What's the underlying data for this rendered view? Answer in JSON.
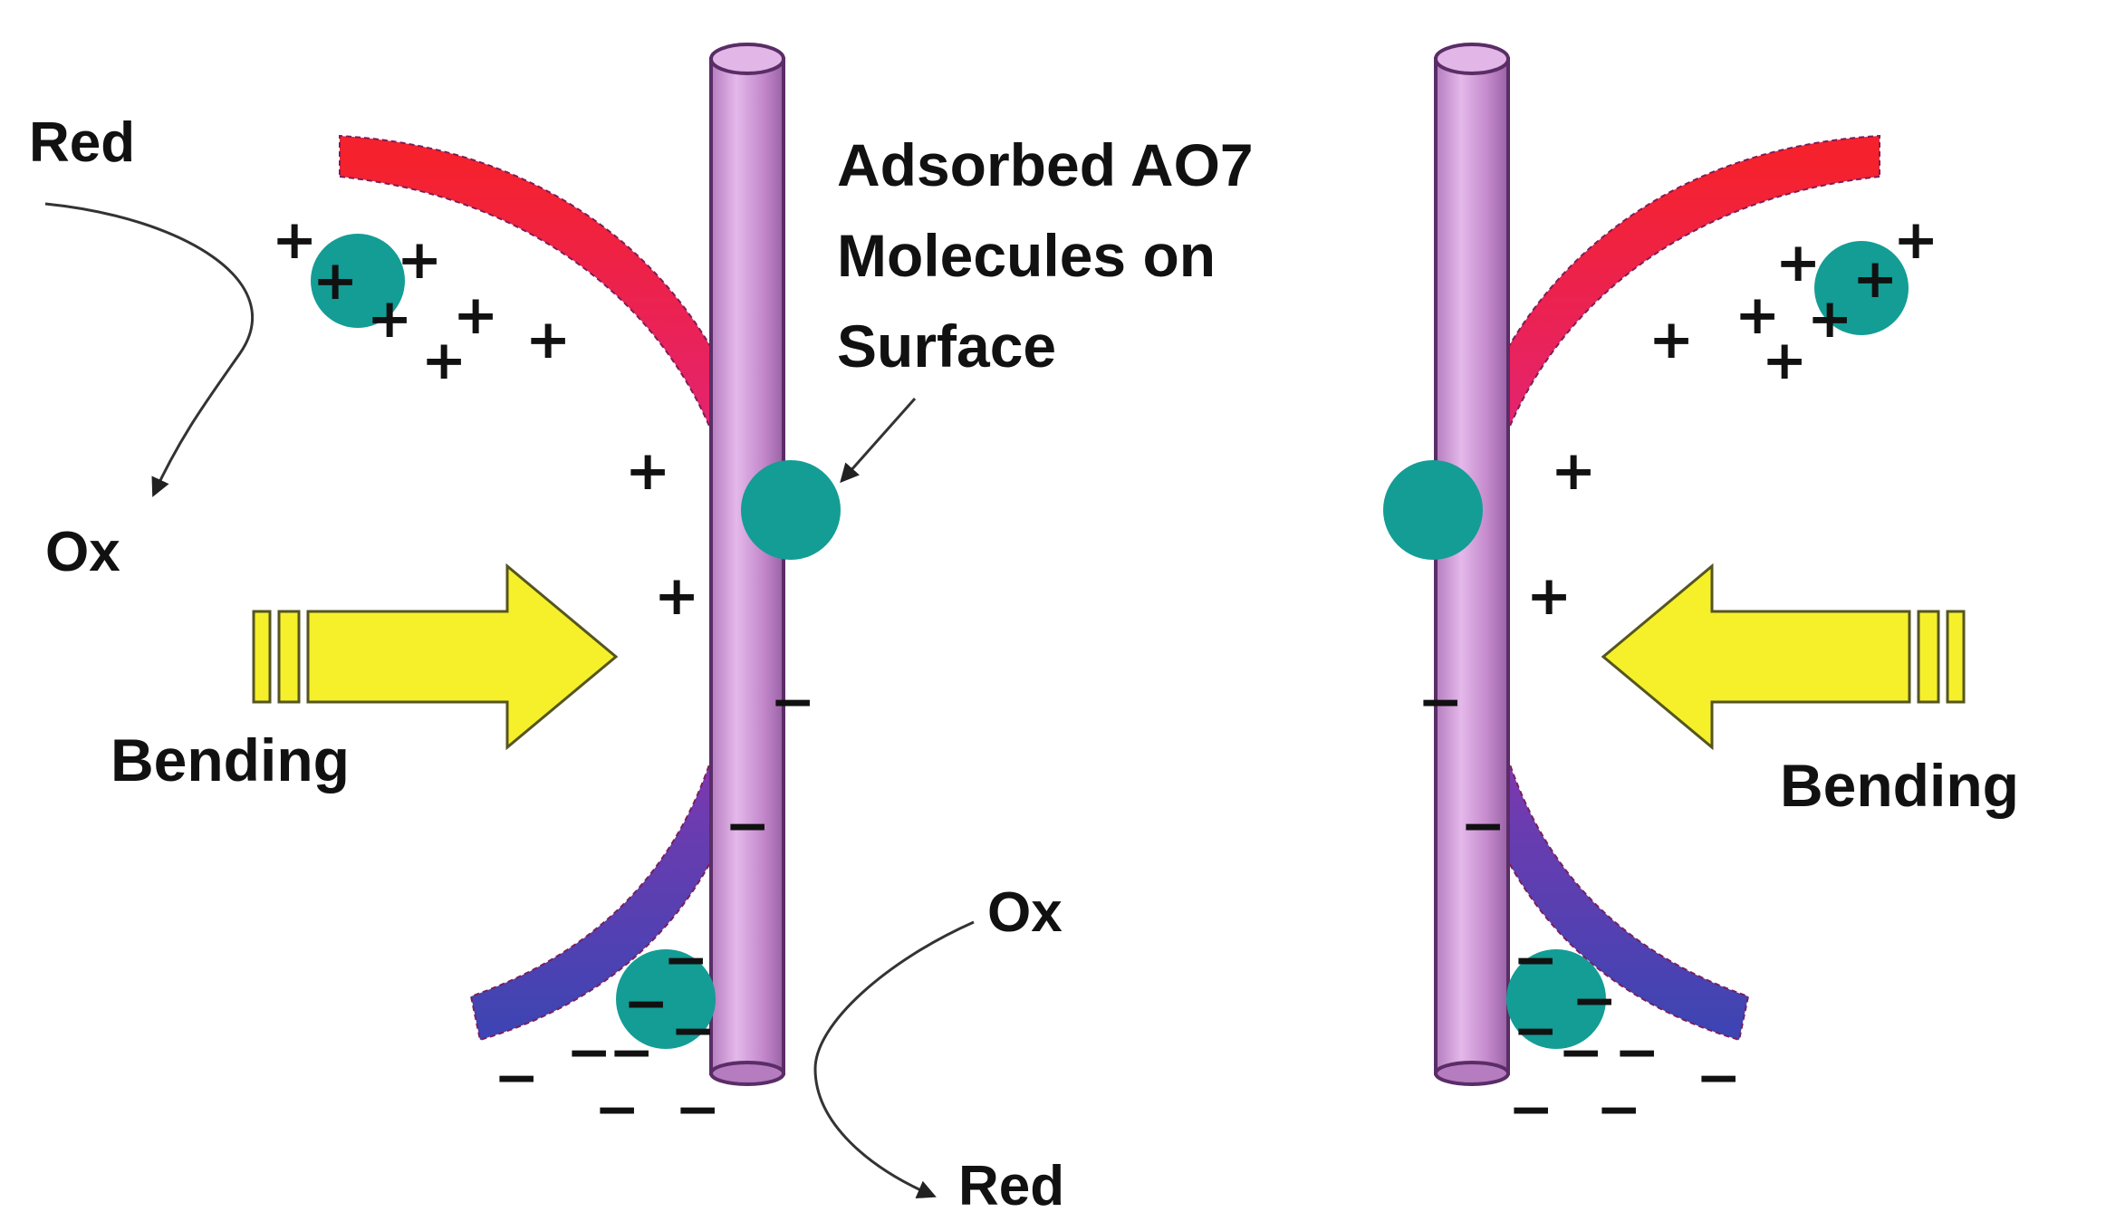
{
  "labels": {
    "left_red_top": "Red",
    "left_ox": "Ox",
    "left_bending": "Bending",
    "adsorbed_line1": "Adsorbed AO7",
    "adsorbed_line2": "Molecules on",
    "adsorbed_line3": "Surface",
    "bottom_ox": "Ox",
    "bottom_red": "Red",
    "right_bending": "Bending"
  },
  "signs": {
    "plus": "+",
    "minus": "−"
  },
  "colors": {
    "rod": "#c98fd0",
    "rod_top": "#e2b6e6",
    "rod_stroke": "#5a2d66",
    "molecule": "#139d95",
    "arrow": "#f5f02a",
    "arrow_stroke": "#555522",
    "arc_top": "#f5222d",
    "arc_mid": "#d6289a",
    "arc_bottom": "#3b45b3"
  }
}
